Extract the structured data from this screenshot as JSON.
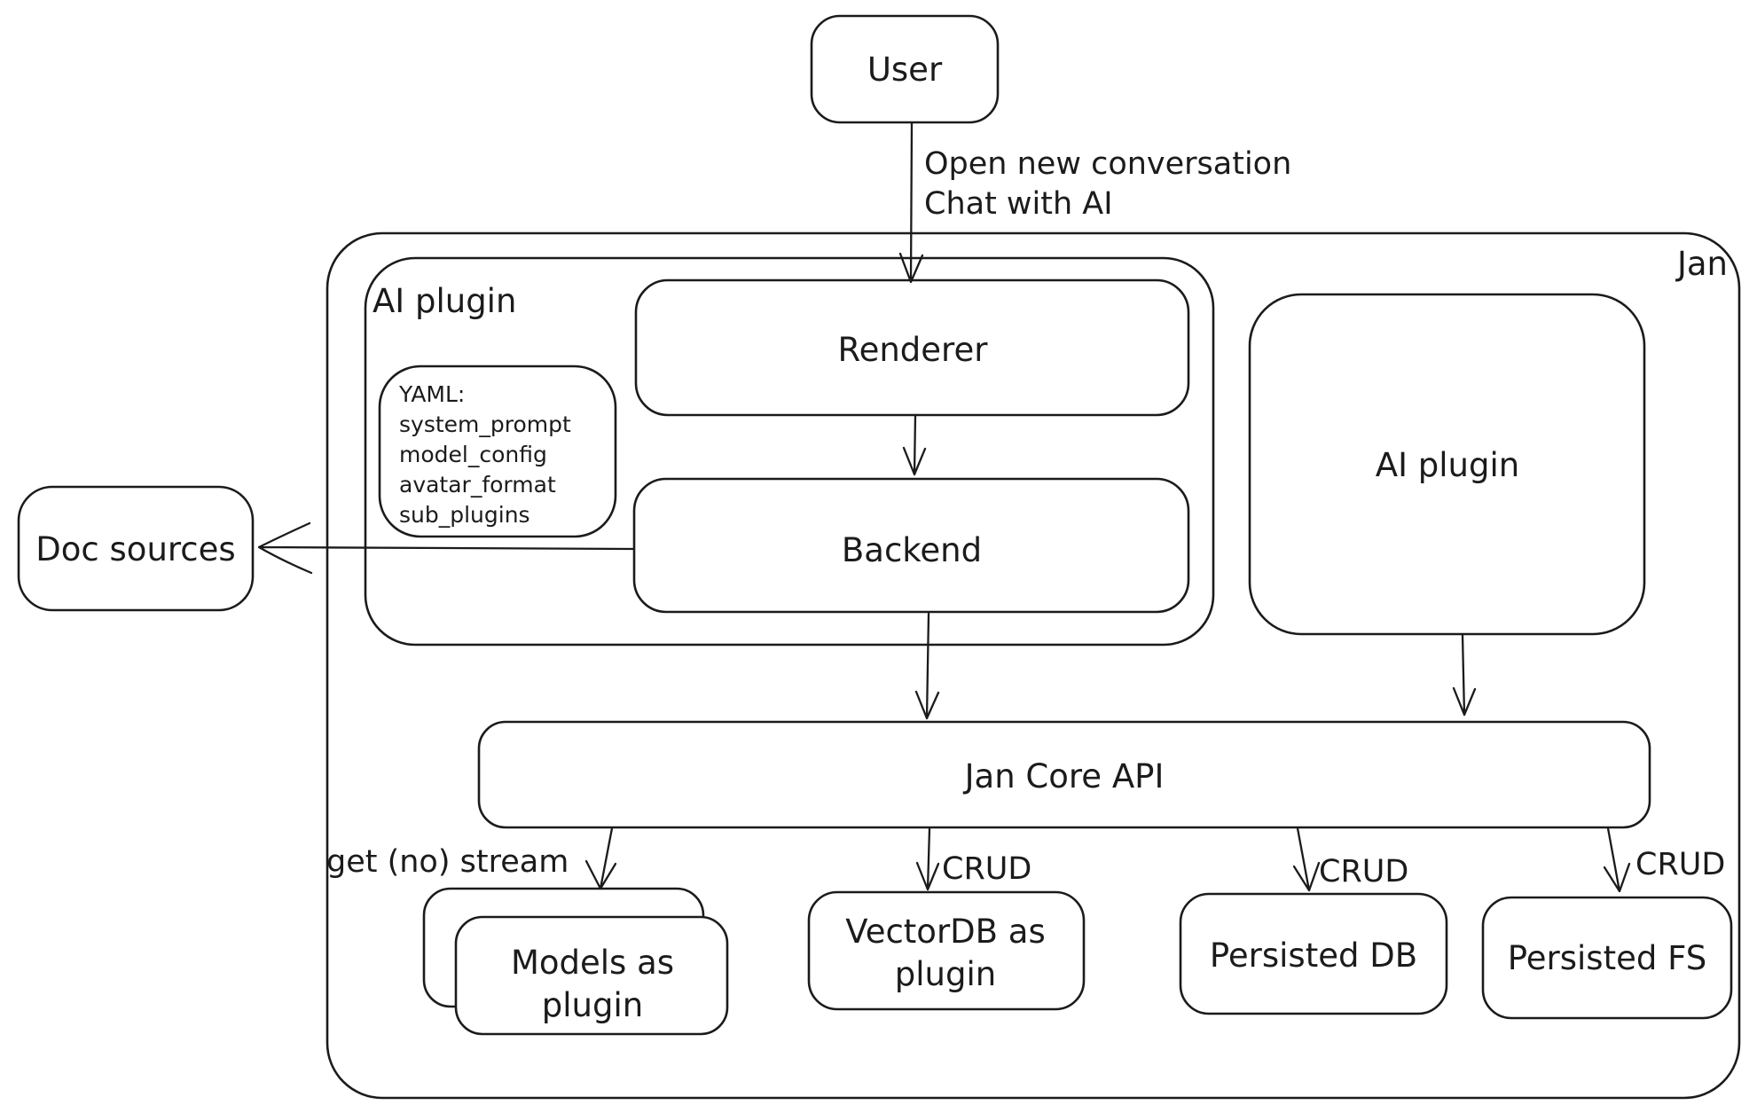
{
  "diagram": {
    "container_label": "Jan",
    "nodes": {
      "user": {
        "label": "User"
      },
      "ai_plugin_group": {
        "label": "AI plugin"
      },
      "yaml_note": {
        "lines": [
          "YAML:",
          "system_prompt",
          "model_config",
          "avatar_format",
          "sub_plugins"
        ]
      },
      "renderer": {
        "label": "Renderer"
      },
      "backend": {
        "label": "Backend"
      },
      "ai_plugin_right": {
        "label": "AI plugin"
      },
      "doc_sources": {
        "label": "Doc sources"
      },
      "jan_core_api": {
        "label": "Jan Core API"
      },
      "models_plugin": {
        "lines": [
          "Models as",
          "plugin"
        ]
      },
      "vectordb_plugin": {
        "lines": [
          "VectorDB as",
          "plugin"
        ]
      },
      "persisted_db": {
        "label": "Persisted DB"
      },
      "persisted_fs": {
        "label": "Persisted FS"
      }
    },
    "edges": {
      "user_to_renderer": {
        "label_line1": "Open new conversation",
        "label_line2": "Chat with AI"
      },
      "api_to_models": {
        "label": "get (no) stream"
      },
      "api_to_vectordb": {
        "label": "CRUD"
      },
      "api_to_persisted_db": {
        "label": "CRUD"
      },
      "api_to_persisted_fs": {
        "label": "CRUD"
      }
    },
    "colors": {
      "stroke": "#1b1b1b",
      "background": "#ffffff"
    }
  }
}
